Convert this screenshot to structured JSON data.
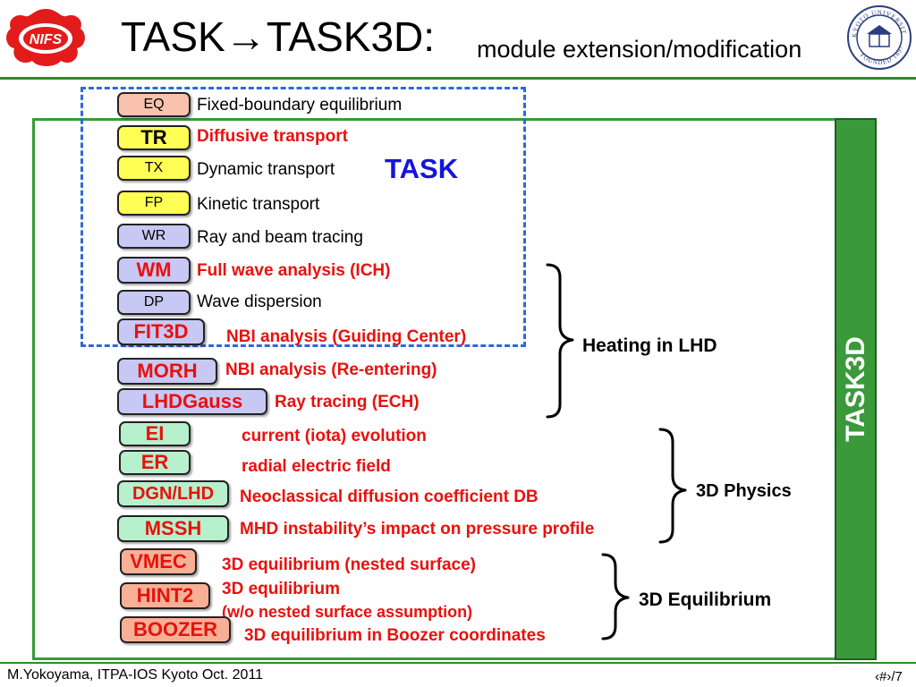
{
  "header": {
    "title_main": "TASK→TASK3D:",
    "title_sub": "module extension/modification",
    "logo_left_text": "NIFS",
    "logo_right_text_top": "KYOTO UNIVERSITY",
    "logo_right_text_bottom": "FOUNDED 1897"
  },
  "task_label": "TASK",
  "task3d_label": "TASK3D",
  "modules": [
    {
      "name": "EQ",
      "desc": "Fixed-boundary equilibrium"
    },
    {
      "name": "TR",
      "desc": "Diffusive transport"
    },
    {
      "name": "TX",
      "desc": "Dynamic transport"
    },
    {
      "name": "FP",
      "desc": "Kinetic transport"
    },
    {
      "name": "WR",
      "desc": "Ray and beam tracing"
    },
    {
      "name": "WM",
      "desc": "Full wave analysis (ICH)"
    },
    {
      "name": "DP",
      "desc": "Wave dispersion"
    },
    {
      "name": "FIT3D",
      "desc": "NBI analysis (Guiding Center)"
    },
    {
      "name": "MORH",
      "desc": "NBI analysis (Re-entering)"
    },
    {
      "name": "LHDGauss",
      "desc": "Ray tracing (ECH)"
    },
    {
      "name": "EI",
      "desc": "current (iota) evolution"
    },
    {
      "name": "ER",
      "desc": "radial electric field"
    },
    {
      "name": "DGN/LHD",
      "desc": "Neoclassical diffusion coefficient DB"
    },
    {
      "name": "MSSH",
      "desc": "MHD instability’s impact on pressure profile"
    },
    {
      "name": "VMEC",
      "desc": "3D equilibrium (nested surface)"
    },
    {
      "name": "HINT2",
      "desc": "3D equilibrium",
      "desc2": "(w/o nested surface assumption)"
    },
    {
      "name": "BOOZER",
      "desc": "3D equilibrium in Boozer coordinates"
    }
  ],
  "groups": {
    "heating": "Heating in LHD",
    "physics": "3D Physics",
    "equilibrium": "3D Equilibrium"
  },
  "footer": {
    "left": "M.Yokoyama, ITPA-IOS Kyoto Oct. 2011",
    "right": "‹#›/7"
  },
  "colors": {
    "green": "#3a9a3a",
    "blue_dash": "#2a6bd9",
    "red_text": "#e8110d",
    "task_blue": "#1515d8",
    "pink": "#f8c2ad",
    "yellow": "#ffff55",
    "lavender": "#c8c8f5",
    "salmon": "#f7b096",
    "mint": "#b7f0cc"
  }
}
